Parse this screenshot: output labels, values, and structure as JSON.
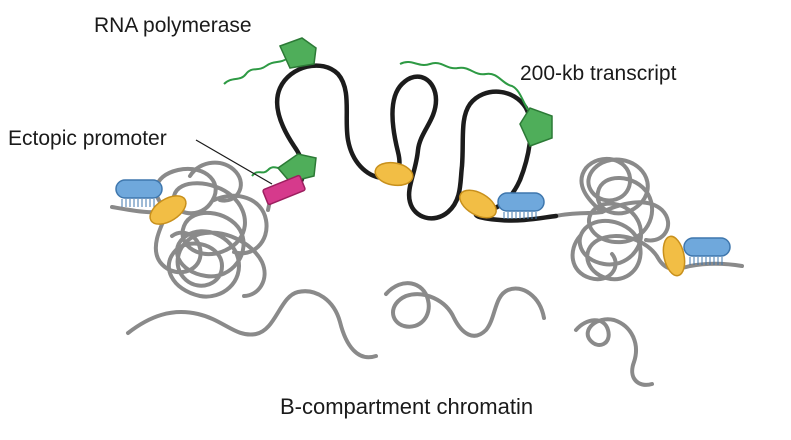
{
  "labels": {
    "rna_polymerase": "RNA polymerase",
    "transcript": "200-kb transcript",
    "ectopic_promoter": "Ectopic promoter",
    "compartment": "B-compartment chromatin"
  },
  "colors": {
    "chromatin": "#8a8a8a",
    "active_fiber": "#1c1c1c",
    "rna": "#2e9a44",
    "polymerase_fill": "#4fae5a",
    "polymerase_edge": "#2c7a36",
    "cohesin_fill": "#f2be45",
    "cohesin_edge": "#c8901c",
    "ctcf_fill": "#6fa8dc",
    "ctcf_edge": "#3f77ad",
    "promoter_fill": "#d63a8c",
    "promoter_edge": "#9c1f5f"
  },
  "icons": {
    "polymerase": "green-pentagon-icon",
    "cohesin": "yellow-ellipse-icon",
    "ctcf": "blue-capsule-icon",
    "promoter": "magenta-box-icon"
  }
}
